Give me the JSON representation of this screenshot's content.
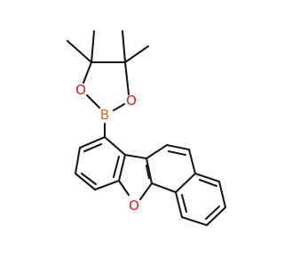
{
  "molecule": {
    "atoms": {
      "boron": {
        "symbol": "B",
        "color": "#d9691c"
      },
      "oxygen_upper": {
        "symbol": "O",
        "color": "#e8161b"
      },
      "oxygen_right": {
        "symbol": "O",
        "color": "#e8161b"
      },
      "oxygen_furan": {
        "symbol": "O",
        "color": "#e8161b"
      }
    },
    "bond_color": "#1a1a1a",
    "background": "#ffffff"
  }
}
